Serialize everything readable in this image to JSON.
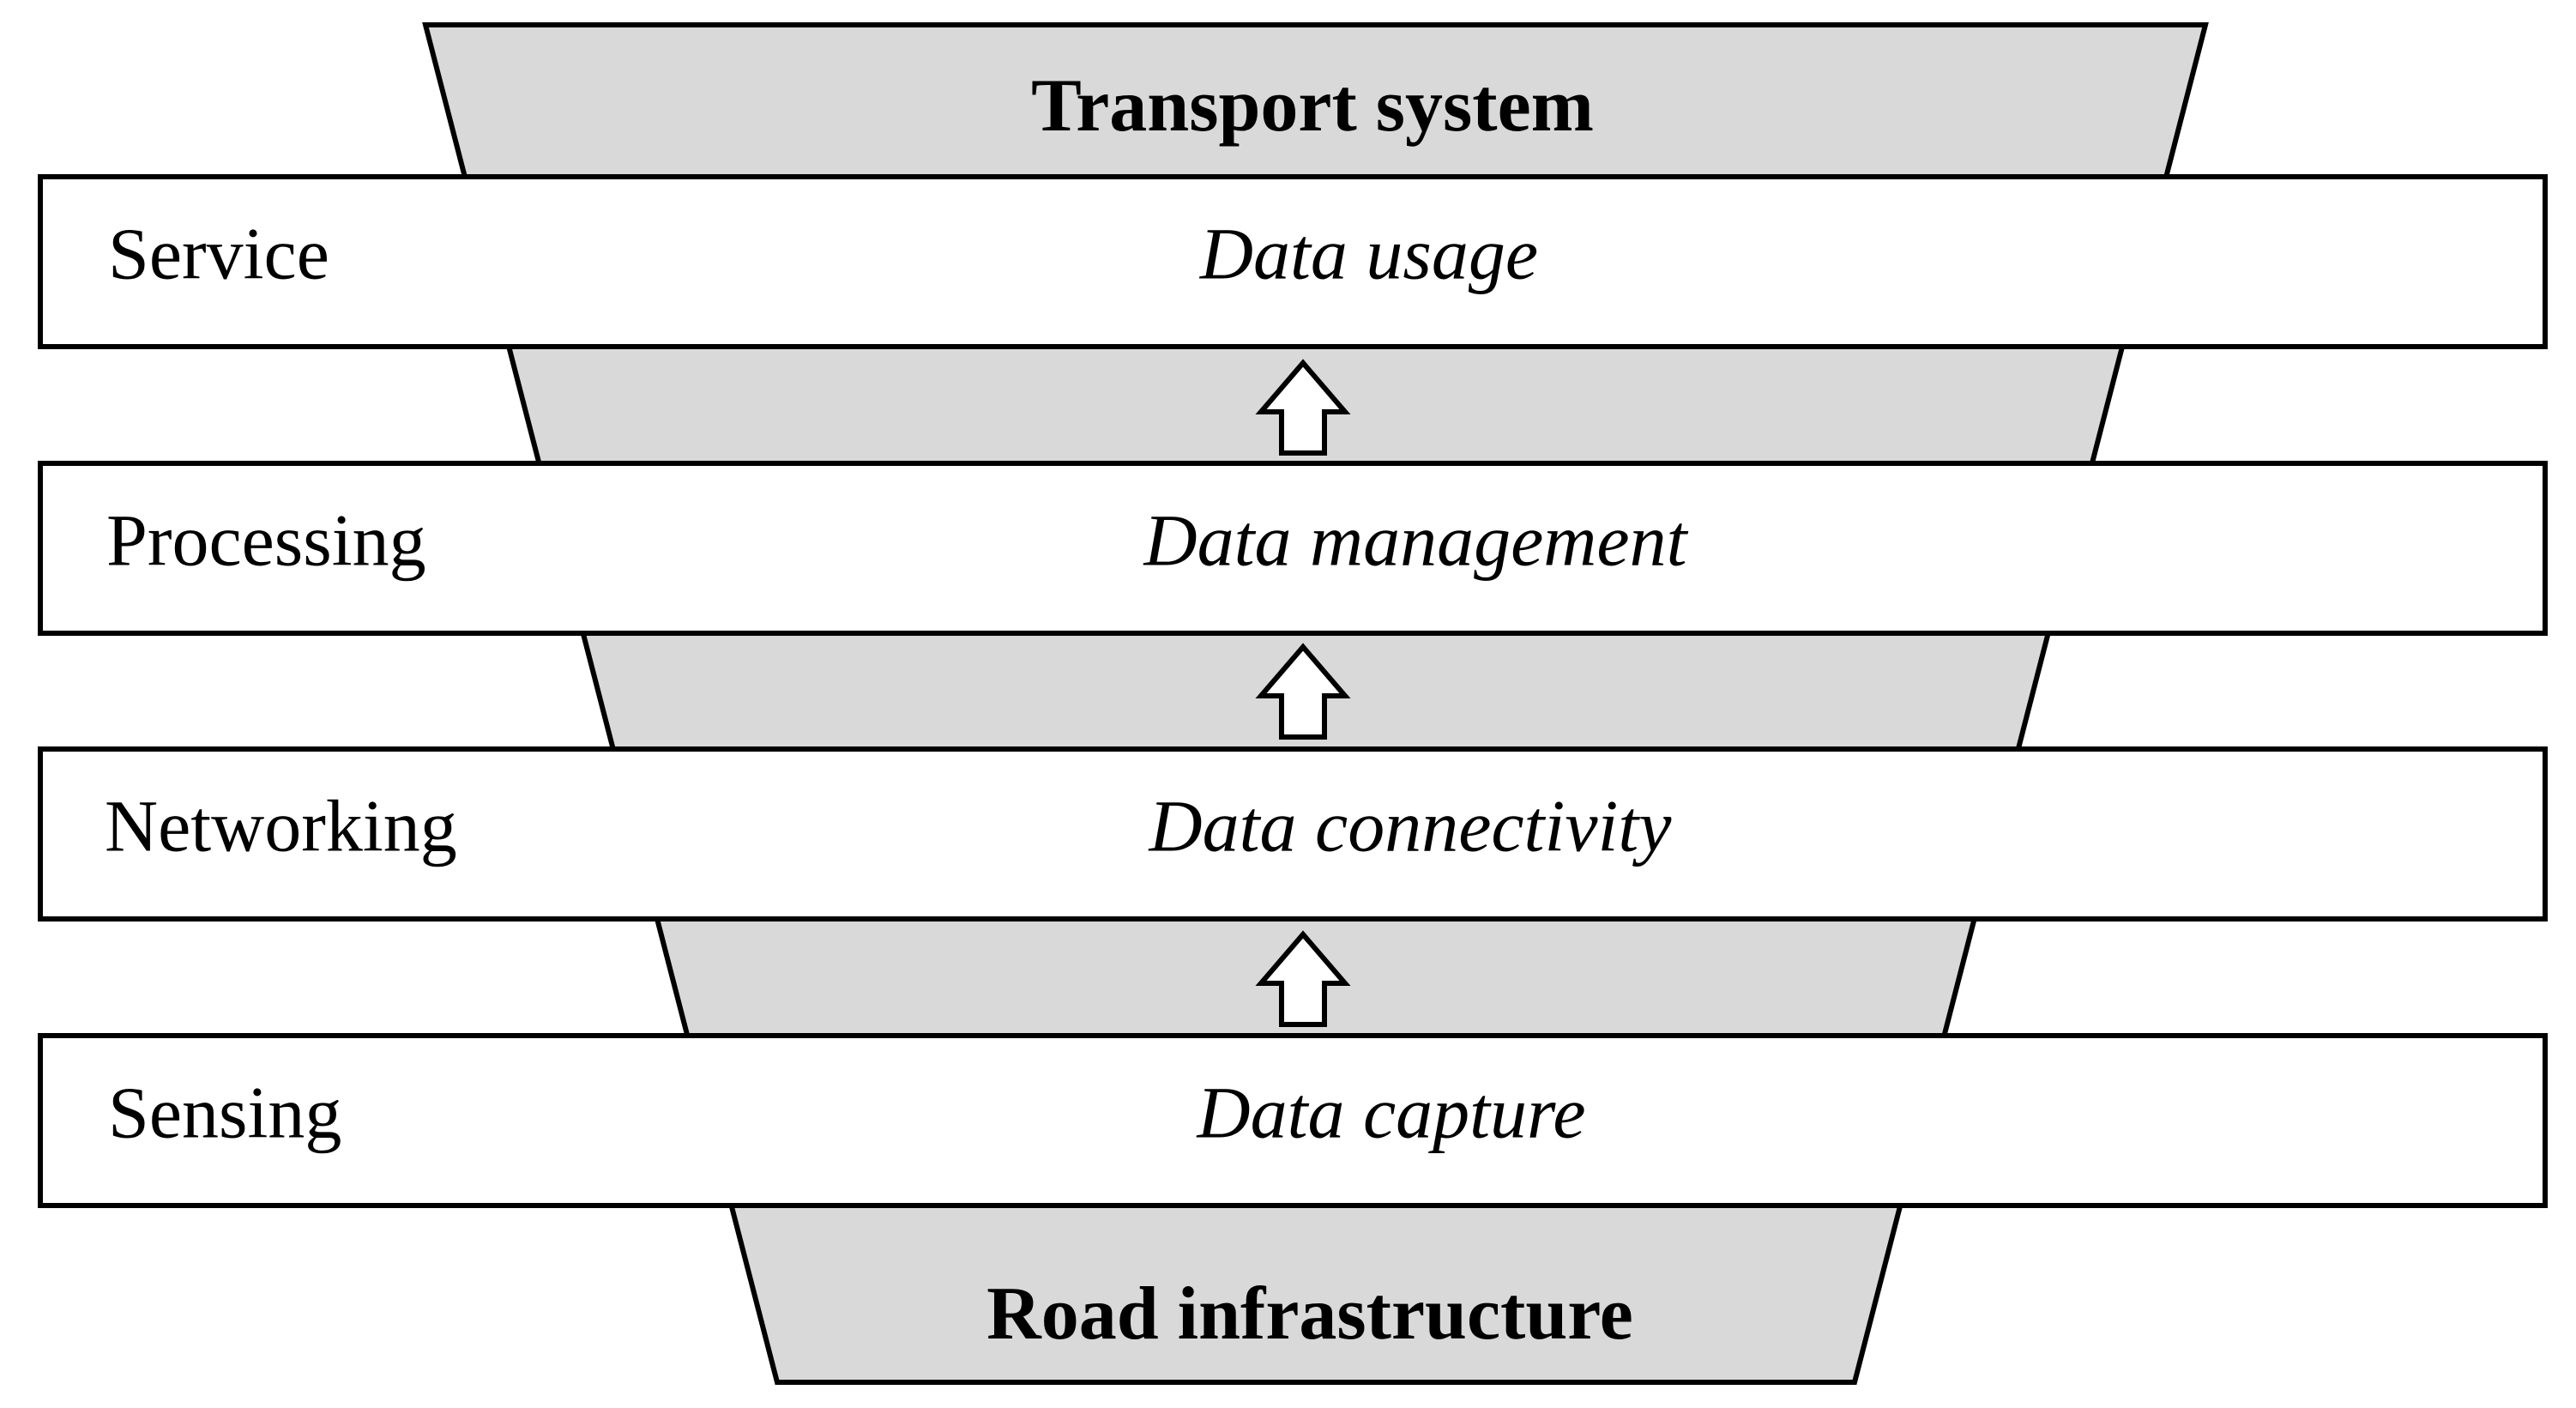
{
  "diagram": {
    "top_label": "Transport system",
    "bottom_label": "Road infrastructure",
    "layers": [
      {
        "name": "Service",
        "function": "Data usage"
      },
      {
        "name": "Processing",
        "function": "Data management"
      },
      {
        "name": "Networking",
        "function": "Data connectivity"
      },
      {
        "name": "Sensing",
        "function": "Data capture"
      }
    ],
    "colors": {
      "funnel_fill": "#d9d9d9",
      "box_fill": "#ffffff",
      "stroke": "#000000"
    }
  }
}
